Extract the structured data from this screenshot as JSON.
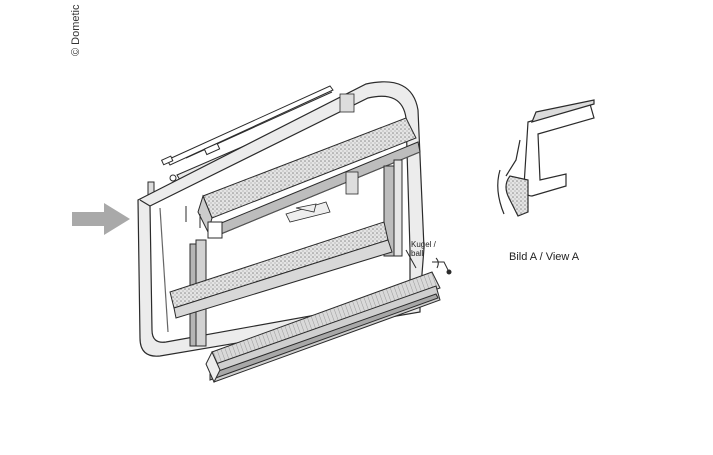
{
  "copyright": "© Dometic",
  "labels": {
    "kugel_line1": "Kugel /",
    "kugel_line2": "ball",
    "view_a": "Bild A  / View A"
  },
  "colors": {
    "arrow": "#a9a9a9",
    "frame_fill": "#ececec",
    "line": "#2b2b2b",
    "mesh": "#cfcfcf",
    "rail": "#b5b5b5"
  }
}
